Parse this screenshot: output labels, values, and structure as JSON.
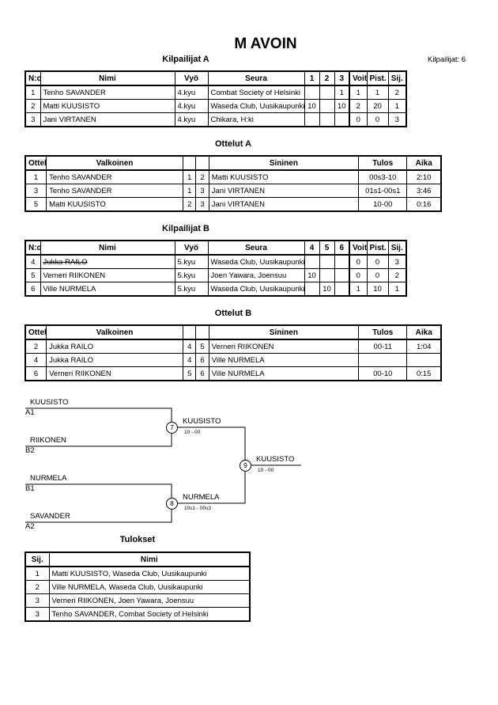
{
  "title": "M AVOIN",
  "competitors_count": "Kilpailijat: 6",
  "pool_a": {
    "heading": "Kilpailijat A",
    "headers": [
      "N:o",
      "Nimi",
      "Vyö",
      "Seura",
      "1",
      "2",
      "3",
      "Voit.",
      "Pist.",
      "Sij."
    ],
    "rows": [
      {
        "no": "1",
        "name": "Tenho SAVANDER",
        "belt": "4.kyu",
        "club": "Combat Society of Helsinki",
        "s1": "",
        "s2": "",
        "s3": "1",
        "wins": "1",
        "points": "1",
        "place": "2"
      },
      {
        "no": "2",
        "name": "Matti KUUSISTO",
        "belt": "4.kyu",
        "club": "Waseda Club, Uusikaupunki",
        "s1": "10",
        "s2": "",
        "s3": "10",
        "wins": "2",
        "points": "20",
        "place": "1"
      },
      {
        "no": "3",
        "name": "Jani VIRTANEN",
        "belt": "4.kyu",
        "club": "Chikara, H:ki",
        "s1": "",
        "s2": "",
        "s3": "",
        "wins": "0",
        "points": "0",
        "place": "3"
      }
    ]
  },
  "matches_a": {
    "heading": "Ottelut A",
    "headers": [
      "Ottelu",
      "Valkoinen",
      "Sininen",
      "Tulos",
      "Aika"
    ],
    "rows": [
      {
        "match": "1",
        "white": "Tenho SAVANDER",
        "wn": "1",
        "bn": "2",
        "blue": "Matti KUUSISTO",
        "result": "00s3-10",
        "time": "2:10"
      },
      {
        "match": "3",
        "white": "Tenho SAVANDER",
        "wn": "1",
        "bn": "3",
        "blue": "Jani VIRTANEN",
        "result": "01s1-00s1",
        "time": "3:46"
      },
      {
        "match": "5",
        "white": "Matti KUUSISTO",
        "wn": "2",
        "bn": "3",
        "blue": "Jani VIRTANEN",
        "result": "10-00",
        "time": "0:16"
      }
    ]
  },
  "pool_b": {
    "heading": "Kilpailijat B",
    "headers": [
      "N:o",
      "Nimi",
      "Vyö",
      "Seura",
      "4",
      "5",
      "6",
      "Voit.",
      "Pist.",
      "Sij."
    ],
    "rows": [
      {
        "no": "4",
        "name": "Jukka RAILO",
        "belt": "5.kyu",
        "club": "Waseda Club, Uusikaupunki",
        "s1": "",
        "s2": "",
        "s3": "",
        "wins": "0",
        "points": "0",
        "place": "3"
      },
      {
        "no": "5",
        "name": "Verneri RIIKONEN",
        "belt": "5.kyu",
        "club": "Joen Yawara, Joensuu",
        "s1": "10",
        "s2": "",
        "s3": "",
        "wins": "0",
        "points": "0",
        "place": "2"
      },
      {
        "no": "6",
        "name": "Ville NURMELA",
        "belt": "5.kyu",
        "club": "Waseda Club, Uusikaupunki",
        "s1": "",
        "s2": "10",
        "s3": "",
        "wins": "1",
        "points": "10",
        "place": "1"
      }
    ]
  },
  "matches_b": {
    "heading": "Ottelut B",
    "headers": [
      "Ottelu",
      "Valkoinen",
      "Sininen",
      "Tulos",
      "Aika"
    ],
    "rows": [
      {
        "match": "2",
        "white": "Jukka RAILO",
        "wn": "4",
        "bn": "5",
        "blue": "Verneri RIIKONEN",
        "result": "00-11",
        "time": "1:04"
      },
      {
        "match": "4",
        "white": "Jukka RAILO",
        "wn": "4",
        "bn": "6",
        "blue": "Ville NURMELA",
        "result": "",
        "time": ""
      },
      {
        "match": "6",
        "white": "Verneri RIIKONEN",
        "wn": "5",
        "bn": "6",
        "blue": "Ville NURMELA",
        "result": "00-10",
        "time": "0:15"
      }
    ]
  },
  "bracket": {
    "semi1": {
      "top_name": "KUUSISTO",
      "top_pos": "A1",
      "bottom_name": "RIIKONEN",
      "bottom_pos": "B2",
      "match": "7",
      "winner": "KUUSISTO",
      "score": "10 - 00"
    },
    "semi2": {
      "top_name": "NURMELA",
      "top_pos": "B1",
      "bottom_name": "SAVANDER",
      "bottom_pos": "A2",
      "match": "8",
      "winner": "NURMELA",
      "score": "10s1 - 00s3"
    },
    "final": {
      "match": "9",
      "winner": "KUUSISTO",
      "score": "10 - 00"
    }
  },
  "results": {
    "heading": "Tulokset",
    "headers": [
      "Sij.",
      "Nimi"
    ],
    "rows": [
      {
        "place": "1",
        "name": "Matti KUUSISTO, Waseda Club, Uusikaupunki"
      },
      {
        "place": "2",
        "name": "Ville NURMELA, Waseda Club, Uusikaupunki"
      },
      {
        "place": "3",
        "name": "Verneri RIIKONEN, Joen Yawara, Joensuu"
      },
      {
        "place": "3",
        "name": "Tenho SAVANDER, Combat Society of Helsinki"
      }
    ]
  }
}
